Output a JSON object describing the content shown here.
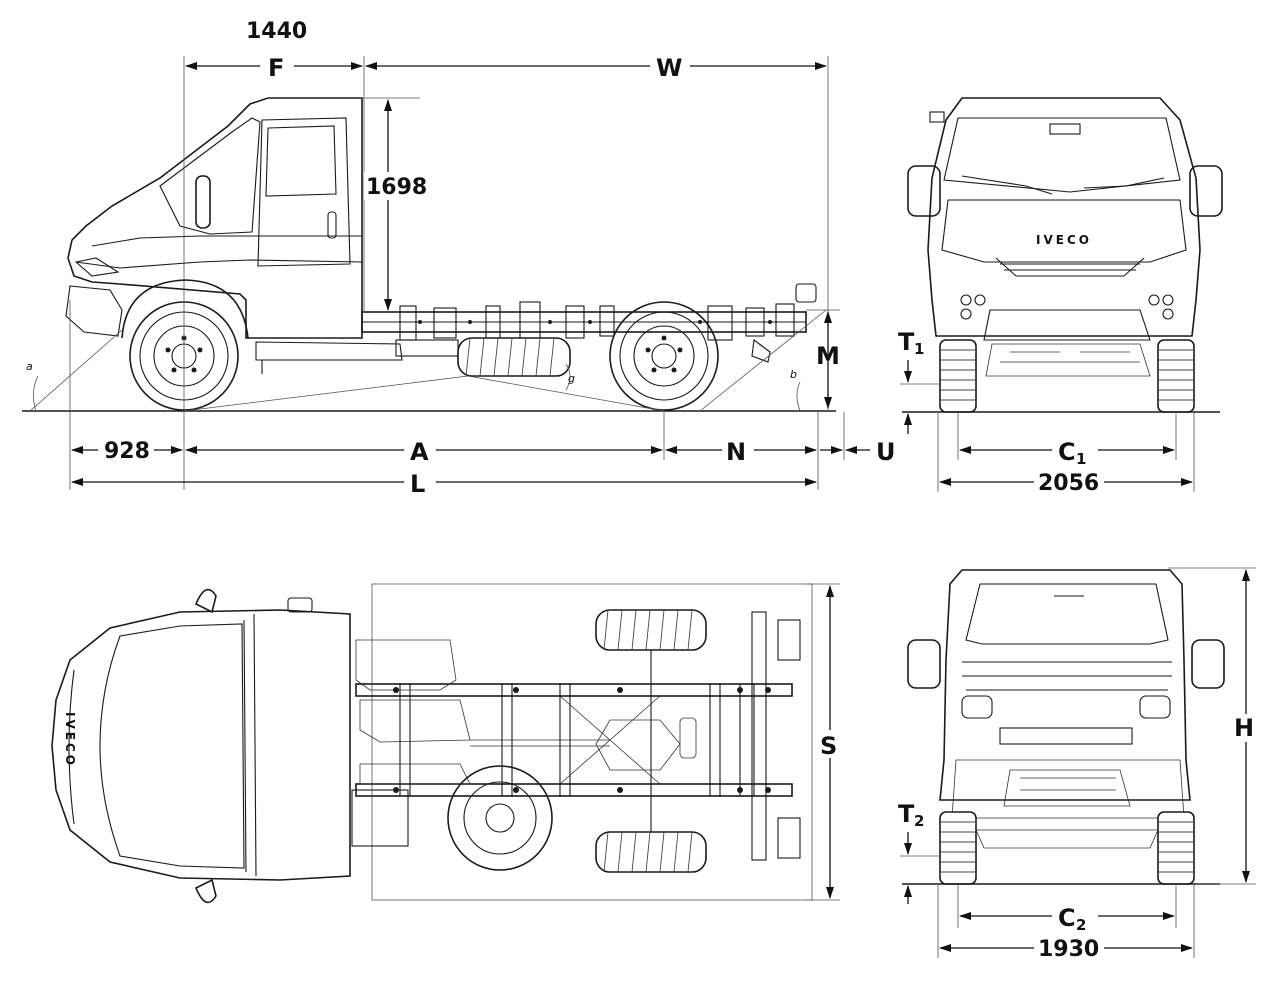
{
  "labels": {
    "top_1440": "1440",
    "F": "F",
    "W": "W",
    "h_1698": "1698",
    "M": "M",
    "T1": "T",
    "T1_sub": "1",
    "dim_928": "928",
    "A": "A",
    "N": "N",
    "U": "U",
    "L": "L",
    "C1": "C",
    "C1_sub": "1",
    "w_2056": "2056",
    "S": "S",
    "H": "H",
    "T2": "T",
    "T2_sub": "2",
    "C2": "C",
    "C2_sub": "2",
    "w_1930": "1930",
    "angle_a": "a",
    "angle_b": "b",
    "angle_g": "g"
  },
  "brand": {
    "front_badge": "IVECO",
    "top_badge": "IVECO"
  }
}
